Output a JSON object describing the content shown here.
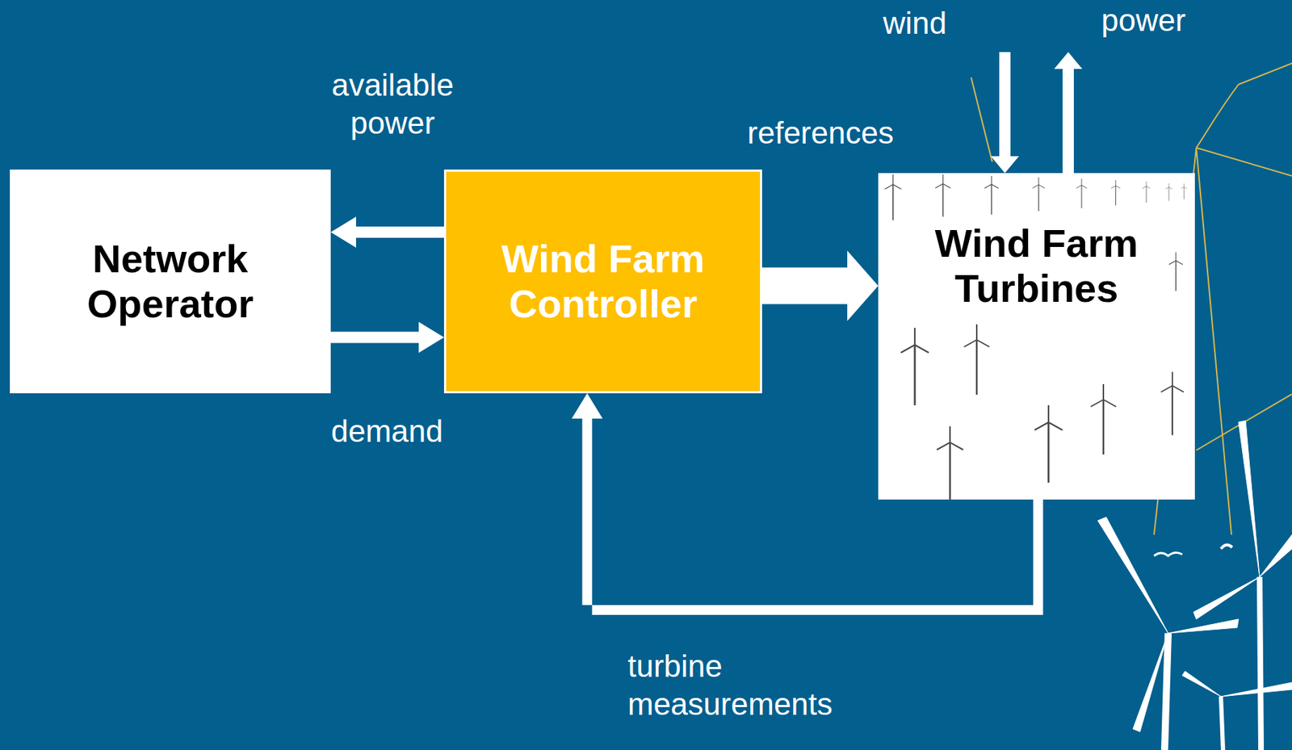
{
  "diagram": {
    "nodes": [
      {
        "text": [
          "Network Operator"
        ]
      },
      {
        "text": [
          "Wind Farm Controller"
        ]
      },
      {
        "text": [
          "Wind Farm Turbines"
        ]
      }
    ],
    "edges": [
      {
        "from": 1,
        "to": 0,
        "arrow": "to",
        "label": "available power"
      },
      {
        "from": 0,
        "to": 1,
        "arrow": "to",
        "label": "demand"
      },
      {
        "from": 1,
        "to": 2,
        "arrow": "to",
        "label": "references"
      },
      {
        "from": 2,
        "to": 1,
        "arrow": "to",
        "label": "turbine measurements"
      }
    ],
    "labels": [
      "wind",
      "power"
    ]
  }
}
